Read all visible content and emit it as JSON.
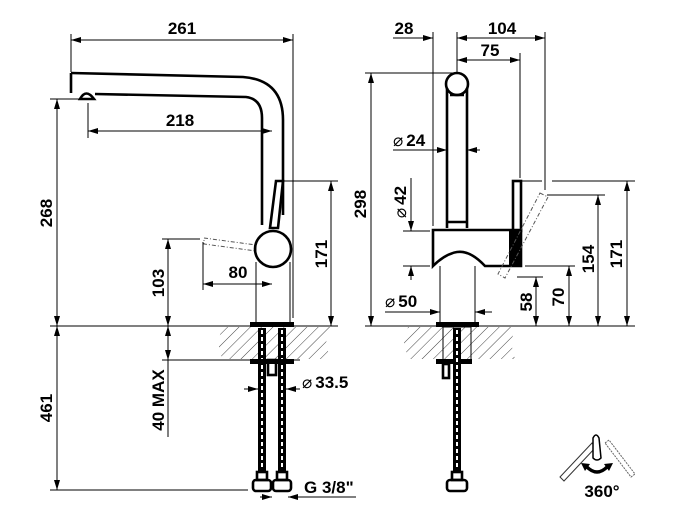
{
  "side_view": {
    "dims": {
      "overall_reach": "261",
      "spout_reach": "218",
      "spout_height": "268",
      "lever_height": "171",
      "lever_open_height": "103",
      "lever_reach": "80",
      "hose_length": "461",
      "counter_thickness": "40 MAX",
      "shank_diameter": "33.5",
      "connection": "G 3/8\""
    }
  },
  "front_view": {
    "dims": {
      "offset": "28",
      "depth": "104",
      "lever_depth": "75",
      "overall_height": "298",
      "spout_diameter": "24",
      "body_diameter": "42",
      "base_diameter": "50",
      "lever_low": "58",
      "body_top": "70",
      "lever_tilt_height": "154",
      "lever_height": "171"
    }
  },
  "rotation": {
    "label": "360°"
  },
  "diameter_symbol": "⌀",
  "colors": {
    "line": "#000000",
    "background": "#ffffff"
  }
}
